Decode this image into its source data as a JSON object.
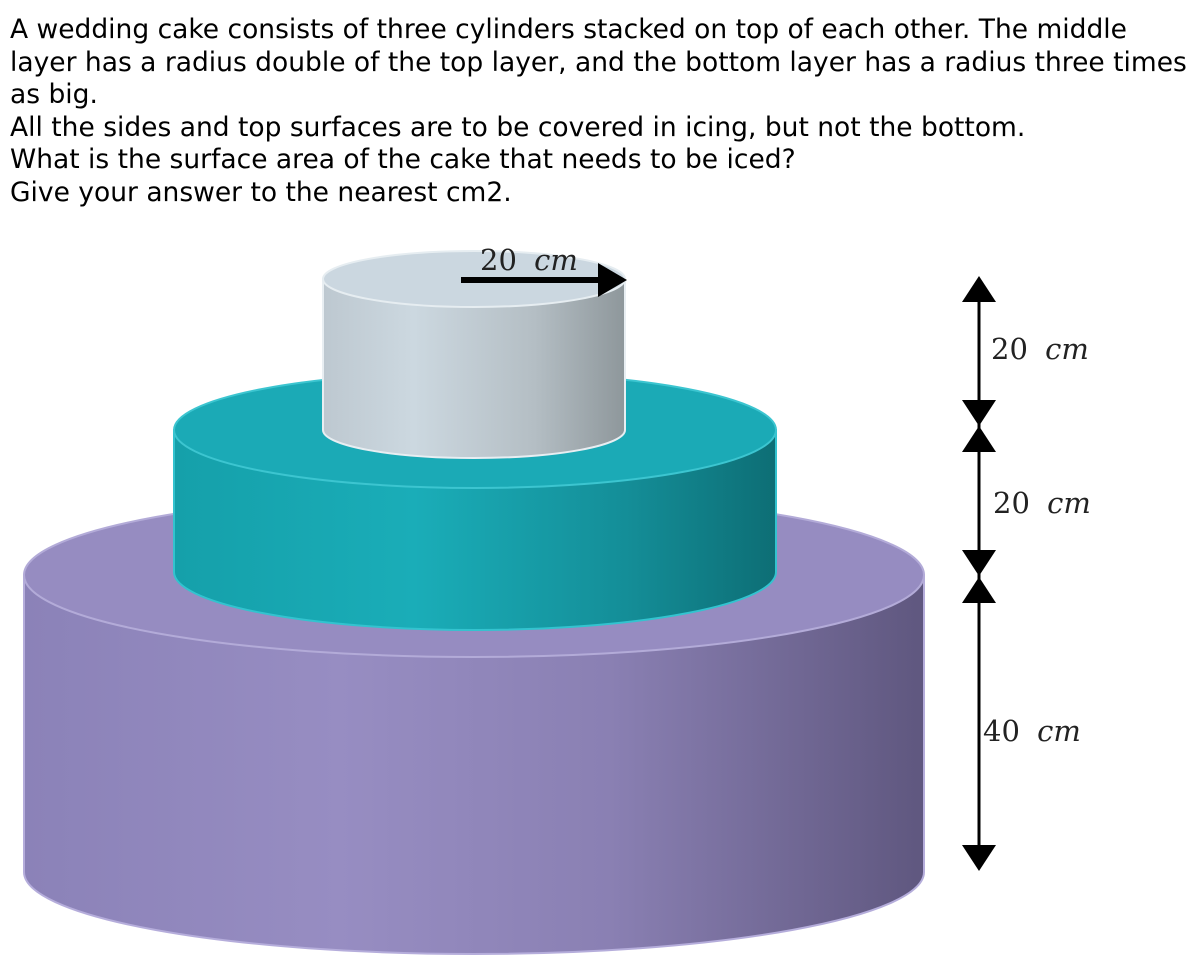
{
  "question": {
    "lines": [
      "A wedding cake consists of three cylinders stacked on top of each other. The middle layer has a radius double of the top layer, and the bottom layer has a radius three times as big.",
      "All the sides and top surfaces are to be covered in icing, but not the bottom.",
      "What is the surface area of the cake that needs to be iced?",
      "Give your answer to the nearest cm2."
    ]
  },
  "diagram": {
    "radius_label": {
      "value": "20",
      "unit": "cm"
    },
    "height_labels": {
      "top": {
        "value": "20",
        "unit": "cm"
      },
      "middle": {
        "value": "20",
        "unit": "cm"
      },
      "bottom": {
        "value": "40",
        "unit": "cm"
      }
    },
    "colors": {
      "top_layer": "#cad6df",
      "middle_layer": "#1aa8b5",
      "bottom_layer": "#958bbf",
      "arrows": "#000000"
    }
  }
}
